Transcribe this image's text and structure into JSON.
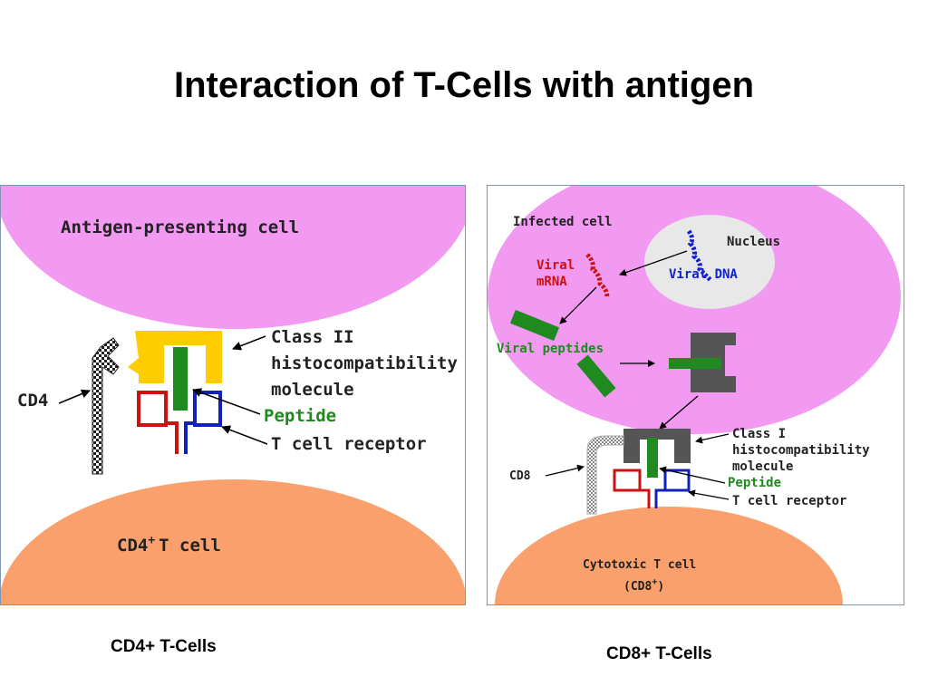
{
  "title": "Interaction of T-Cells with antigen",
  "left_panel": {
    "apc_label": "Antigen-presenting cell",
    "class2_label": [
      "Class II",
      "histocompatibility",
      "molecule"
    ],
    "peptide_label": "Peptide",
    "tcr_label": "T cell receptor",
    "cd4_label": "CD4",
    "tcell_label": "CD4",
    "tcell_sup": "+",
    "tcell_label_suffix": "T cell",
    "caption": "CD4+ T-Cells"
  },
  "right_panel": {
    "infected_label": "Infected cell",
    "nucleus_label": "Nucleus",
    "viral_mrna_label": [
      "Viral",
      "mRNA"
    ],
    "viral_dna_label": "Viral DNA",
    "viral_peptides_label": "Viral peptides",
    "class1_label": [
      "Class I",
      "histocompatibility",
      "molecule"
    ],
    "peptide_label": "Peptide",
    "tcr_label": "T cell receptor",
    "cd8_label": "CD8",
    "tcell_label": "Cytotoxic T cell",
    "tcell_label2": "(CD8",
    "tcell_sup2": "+",
    "tcell_label2_suffix": ")",
    "caption": "CD8+ T-Cells"
  },
  "colors": {
    "apc_pink": "#f29af2",
    "tcell_orange": "#f9a06c",
    "class2_yellow": "#ffcc00",
    "peptide_green": "#1f8a1f",
    "tcr_red": "#cc1111",
    "tcr_blue": "#1122bb",
    "class1_gray": "#555555",
    "nucleus_gray": "#e8e8e8",
    "panel_border": "#7f96b2"
  }
}
